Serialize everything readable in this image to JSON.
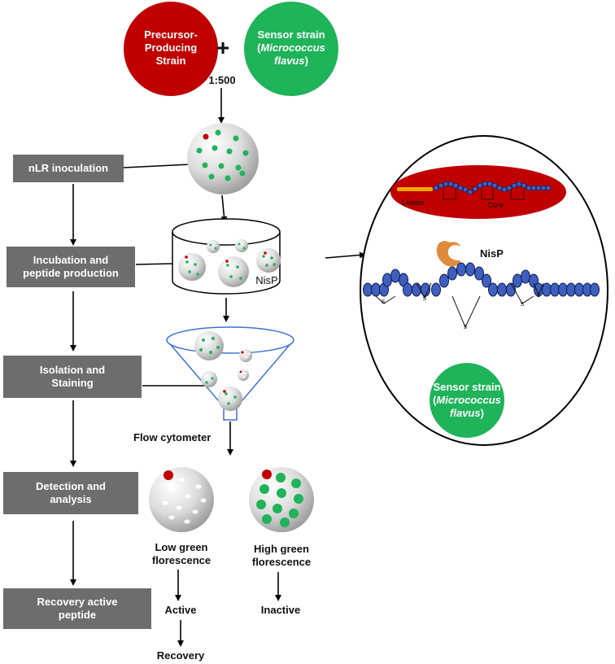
{
  "top": {
    "producer": [
      "Precursor-",
      "Producing",
      "Strain"
    ],
    "plus": "+",
    "sensor": {
      "line1": "Sensor strain",
      "open": "(",
      "species1": "Micrococcus",
      "species2": "flavus",
      "close": ")"
    },
    "ratio": "1:500"
  },
  "steps": [
    {
      "line1": "nLR inoculation",
      "line2": ""
    },
    {
      "line1": "Incubation and",
      "line2": "peptide production"
    },
    {
      "line1": "Isolation and",
      "line2": "Staining"
    },
    {
      "line1": "Detection and",
      "line2": "analysis"
    },
    {
      "line1": "Recovery active",
      "line2": "peptide"
    }
  ],
  "labels": {
    "nisp_dish": "NisP",
    "flow": "Flow cytometer",
    "low": [
      "Low green",
      "florescence"
    ],
    "high": [
      "High green",
      "florescence"
    ],
    "active": "Active",
    "inactive": "Inactive",
    "recovery": "Recovery"
  },
  "inset": {
    "leader": "Leader",
    "core": "Core",
    "nisp": "NisP",
    "s": "S",
    "sensor": {
      "line1": "Sensor strain",
      "open": "(",
      "species1": "Micrococcus",
      "species2": "flavus",
      "close": ")"
    }
  },
  "colors": {
    "red": "#c00000",
    "green": "#1fb35a",
    "gray_box": "#6d6d6d",
    "bead": "#3f5fbf",
    "enzyme": "#e08a3c",
    "leader": "#f5a800"
  }
}
